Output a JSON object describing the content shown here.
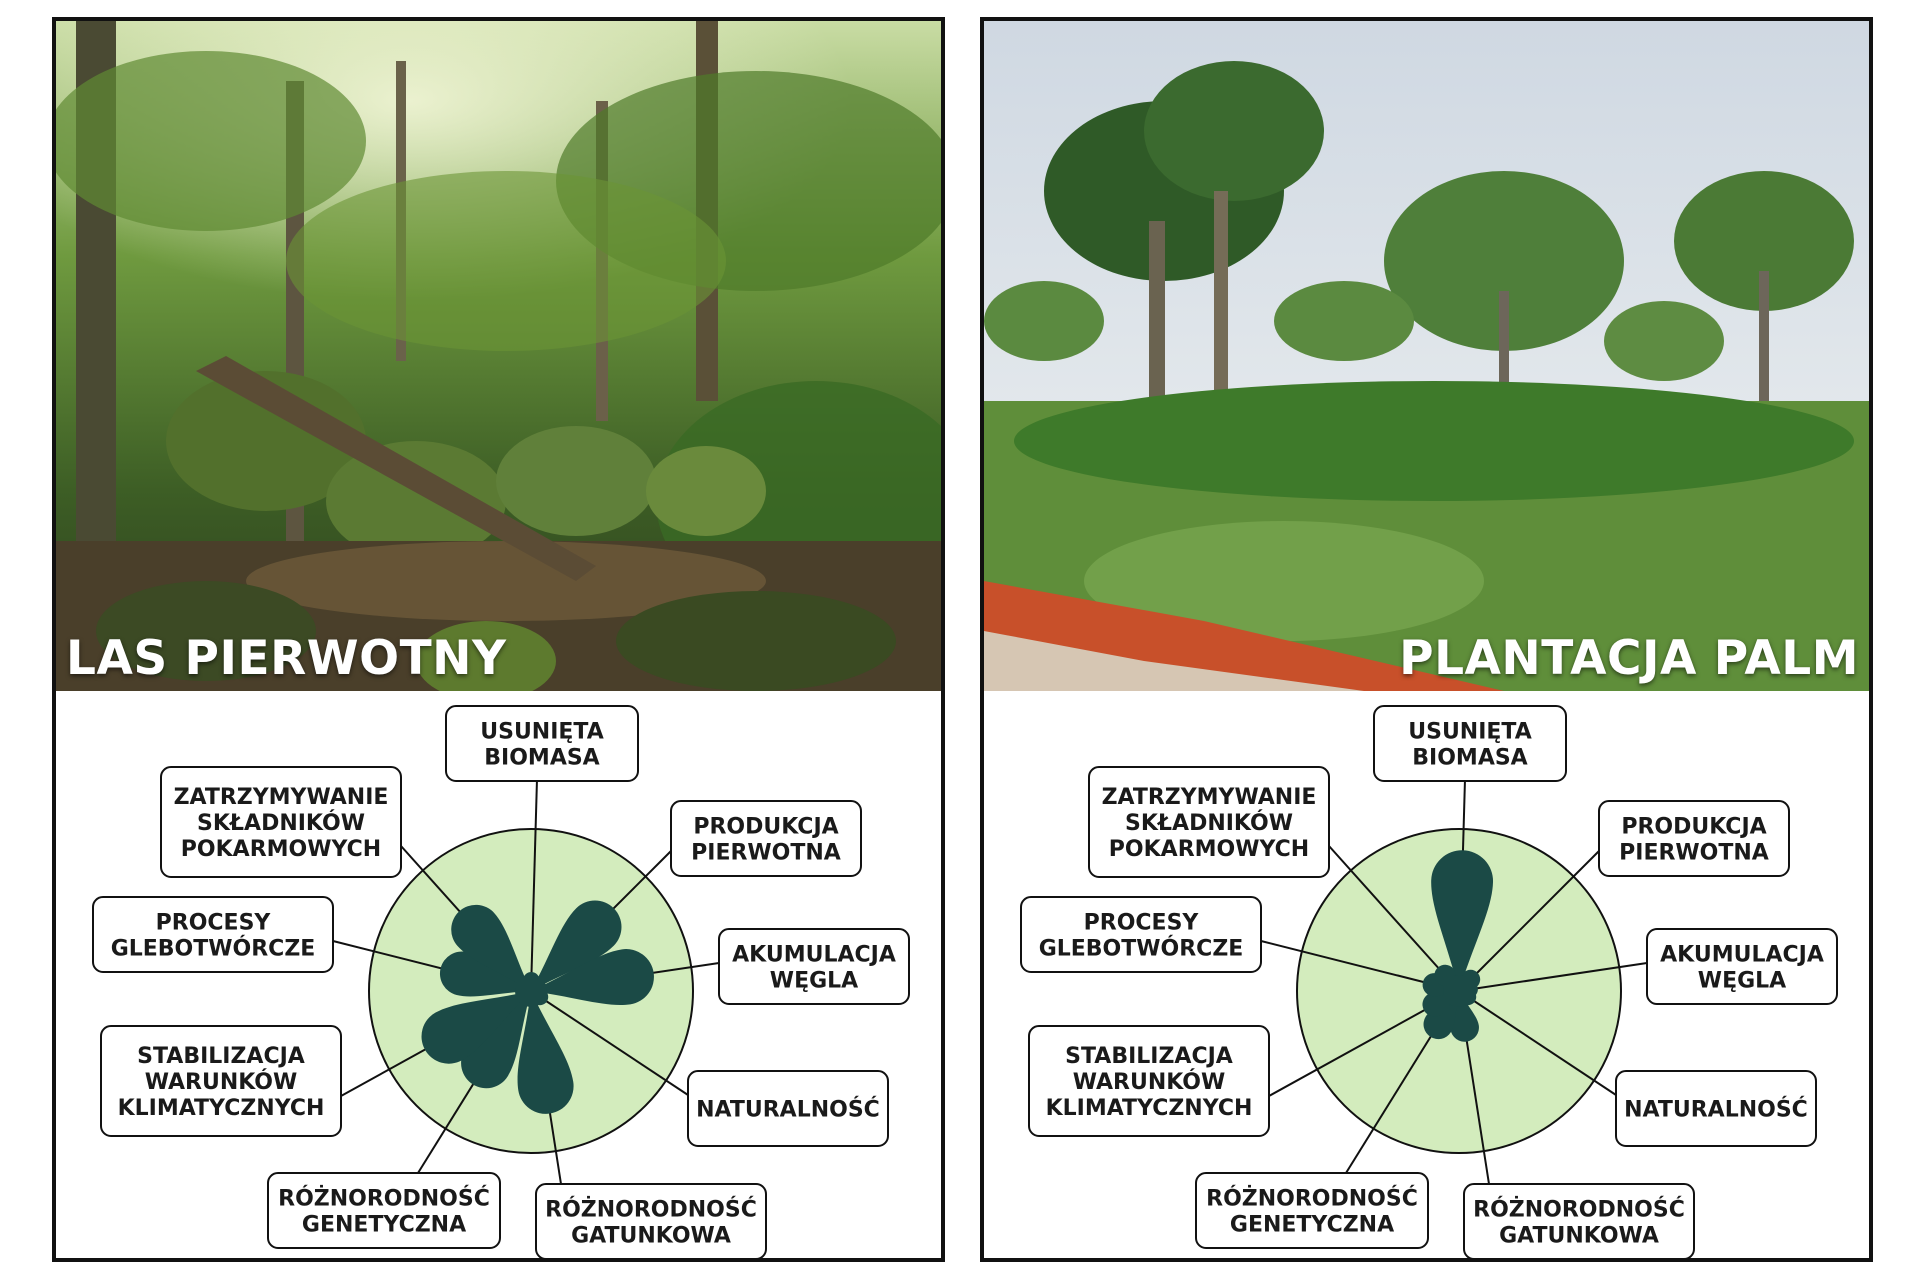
{
  "colors": {
    "circle_fill": "#d3ecbd",
    "petal_fill": "#1b4a46",
    "line": "#111111"
  },
  "panels": [
    {
      "title": "LAS PIERWOTNY",
      "petals": {
        "usunieta_biomasa": 0.05,
        "produkcja_pierwotna": 0.75,
        "akumulacja_wegla": 0.8,
        "naturalnosc": 0.05,
        "roznorodnosc_gatunkowa": 0.8,
        "roznorodnosc_genetyczna": 0.7,
        "stabilizacja_warunkow": 0.78,
        "procesy_glebotworcze": 0.58,
        "zatrzymywanie_skladnikow": 0.68
      }
    },
    {
      "title": "PLANTACJA PALM",
      "petals": {
        "usunieta_biomasa": 0.92,
        "produkcja_pierwotna": 0.1,
        "akumulacja_wegla": 0.05,
        "naturalnosc": 0.05,
        "roznorodnosc_gatunkowa": 0.28,
        "roznorodnosc_genetyczna": 0.3,
        "stabilizacja_warunkow": 0.2,
        "procesy_glebotworcze": 0.18,
        "zatrzymywanie_skladnikow": 0.14
      }
    }
  ],
  "labels": {
    "usunieta_biomasa": [
      "USUNIĘTA",
      "BIOMASA"
    ],
    "produkcja_pierwotna": [
      "PRODUKCJA",
      "PIERWOTNA"
    ],
    "akumulacja_wegla": [
      "AKUMULACJA",
      "WĘGLA"
    ],
    "naturalnosc": [
      "NATURALNOŚĆ"
    ],
    "roznorodnosc_gatunkowa": [
      "RÓŻNORODNOŚĆ",
      "GATUNKOWA"
    ],
    "roznorodnosc_genetyczna": [
      "RÓŻNORODNOŚĆ",
      "GENETYCZNA"
    ],
    "stabilizacja_warunkow": [
      "STABILIZACJA",
      "WARUNKÓW",
      "KLIMATYCZNYCH"
    ],
    "procesy_glebotworcze": [
      "PROCESY",
      "GLEBOTWÓRCZE"
    ],
    "zatrzymywanie_skladnikow": [
      "ZATRZYMYWANIE",
      "SKŁADNIKÓW",
      "POKARMOWYCH"
    ]
  }
}
